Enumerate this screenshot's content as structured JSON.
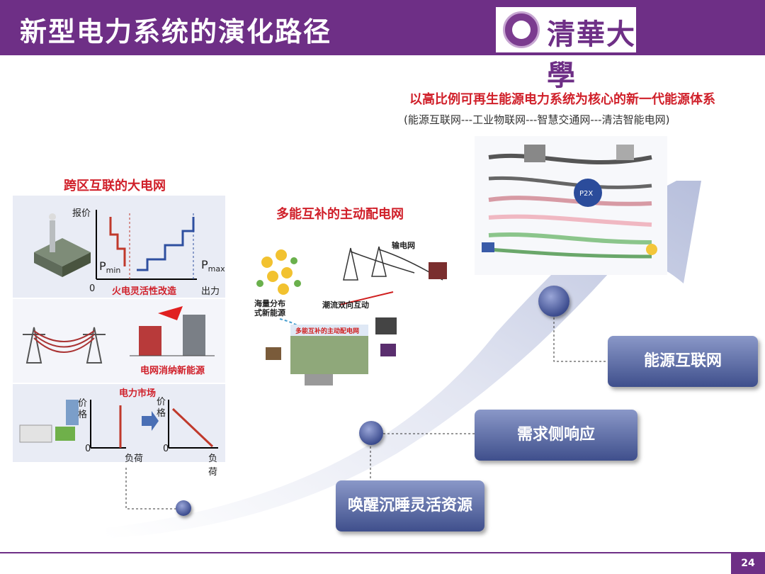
{
  "header": {
    "title": "新型电力系统的演化路径",
    "logo_text": "清華大學"
  },
  "top_section": {
    "title": "以高比例可再生能源电力系统为核心的新一代能源体系",
    "subtitle": "(能源互联网---工业物联网---智慧交通网---清洁智能电网)",
    "p2x_label": "P2X"
  },
  "left_section": {
    "title": "跨区互联的大电网",
    "panel1": {
      "ylabel": "报价",
      "xlabel": "出力",
      "origin": "0",
      "pmin": "P",
      "pmin_sub": "min",
      "pmax": "P",
      "pmax_sub": "max",
      "caption": "火电灵活性改造"
    },
    "panel2": {
      "caption": "电网消纳新能源"
    },
    "panel3": {
      "title": "电力市场",
      "chart1": {
        "ylabel": "价格",
        "xlabel": "负荷",
        "origin": "0"
      },
      "chart2": {
        "ylabel": "价格",
        "xlabel": "负荷",
        "origin": "0"
      }
    }
  },
  "mid_section": {
    "title": "多能互补的主动配电网",
    "label_grid": "输电网",
    "label_flow": "潮流双向互动",
    "label_renew": "海量分布式新能源",
    "label_inner": "多能互补的主动配电网"
  },
  "stages": [
    {
      "label": "唤醒沉睡灵活资源"
    },
    {
      "label": "需求侧响应"
    },
    {
      "label": "能源互联网"
    }
  ],
  "footer": {
    "page": "24"
  },
  "colors": {
    "brand": "#6e2f86",
    "accent_red": "#d0202a",
    "stage_blue": "#3f4f8c"
  }
}
